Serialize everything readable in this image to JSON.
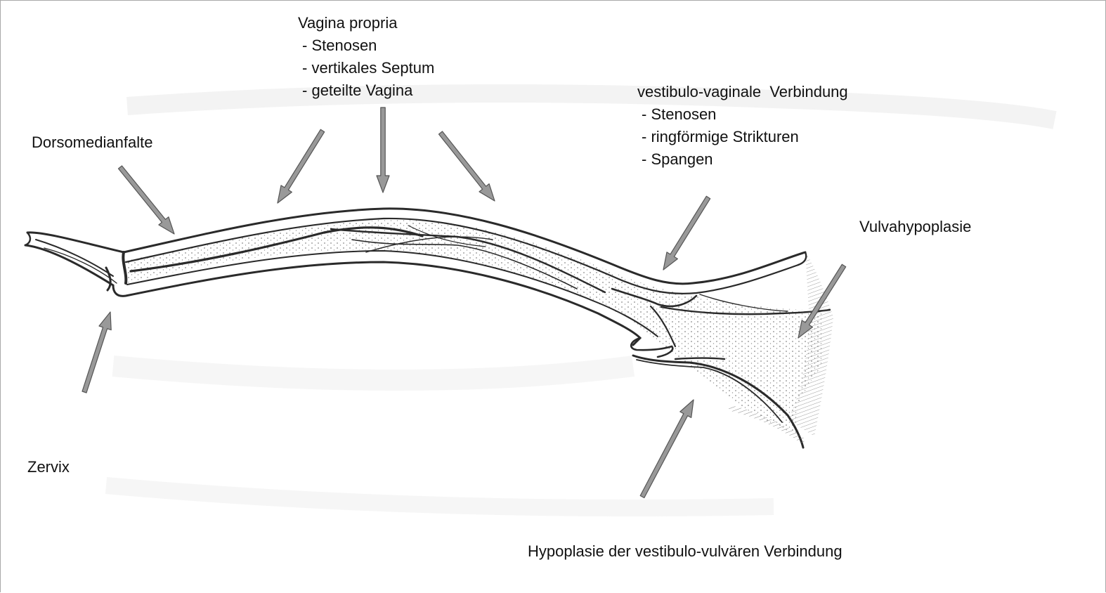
{
  "labels": {
    "vagina_propria": {
      "title": "Vagina propria",
      "items": [
        "Stenosen",
        "vertikales Septum",
        "geteilte Vagina"
      ]
    },
    "vestibulo_vaginal": {
      "title": "vestibulo-vaginale  Verbindung",
      "items": [
        "Stenosen",
        "ringförmige Strikturen",
        "Spangen"
      ]
    },
    "dorsomedianfalte": "Dorsomedianfalte",
    "vulvahypoplasie": "Vulvahypoplasie",
    "zervix": "Zervix",
    "hypoplasie_vv": "Hypoplasie der vestibulo-vulvären Verbindung"
  },
  "colors": {
    "arrow_fill": "#999999",
    "arrow_stroke": "#555555",
    "ink": "#2a2a2a",
    "stipple": "#7a7a7a",
    "border": "#a9a9a9"
  }
}
